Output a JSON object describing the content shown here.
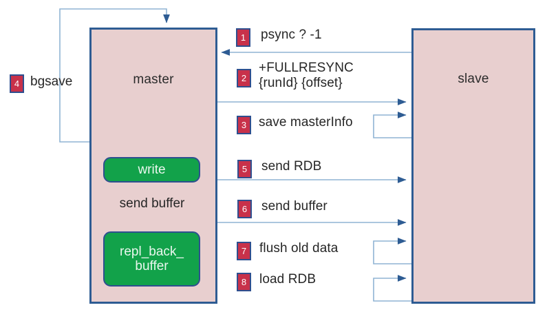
{
  "diagram": {
    "title_nodes": {
      "master": "master",
      "slave": "slave"
    },
    "left_label": {
      "badge": "4",
      "text": "bgsave"
    },
    "internal": {
      "write_box": "write",
      "send_buffer_label": "send buffer",
      "repl_buffer_box": "repl_back_\nbuffer"
    },
    "steps": [
      {
        "badge": "1",
        "text": "psync ? -1",
        "direction": "slave-to-master"
      },
      {
        "badge": "2",
        "text": "+FULLRESYNC\n{runId} {offset}",
        "direction": "master-to-slave"
      },
      {
        "badge": "3",
        "text": "save masterInfo",
        "direction": "slave-self-loop"
      },
      {
        "badge": "5",
        "text": "send RDB",
        "direction": "master-to-slave"
      },
      {
        "badge": "6",
        "text": "send buffer",
        "direction": "master-to-slave"
      },
      {
        "badge": "7",
        "text": "flush old data",
        "direction": "slave-self-loop"
      },
      {
        "badge": "8",
        "text": "load RDB",
        "direction": "slave-self-loop"
      }
    ],
    "colors": {
      "node_fill": "#e8cfcf",
      "node_border": "#2e5c93",
      "green_fill": "#12a24a",
      "badge_fill": "#c8314a",
      "badge_border": "#2e4f8f",
      "arrow": "#8fb4d4",
      "arrowhead": "#2e5c93"
    }
  }
}
